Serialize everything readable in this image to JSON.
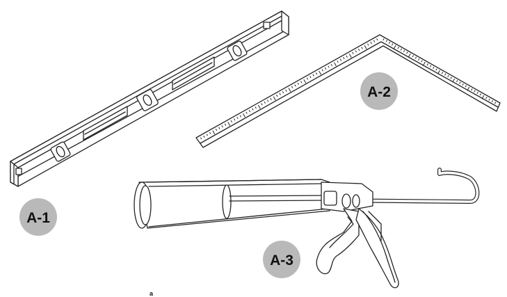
{
  "labels": {
    "a1": "A-1",
    "a2": "A-2",
    "a3": "A-3",
    "footnote": "a"
  },
  "colors": {
    "badge_fill": "#b9b9b9",
    "line": "#222222",
    "background": "#ffffff"
  }
}
